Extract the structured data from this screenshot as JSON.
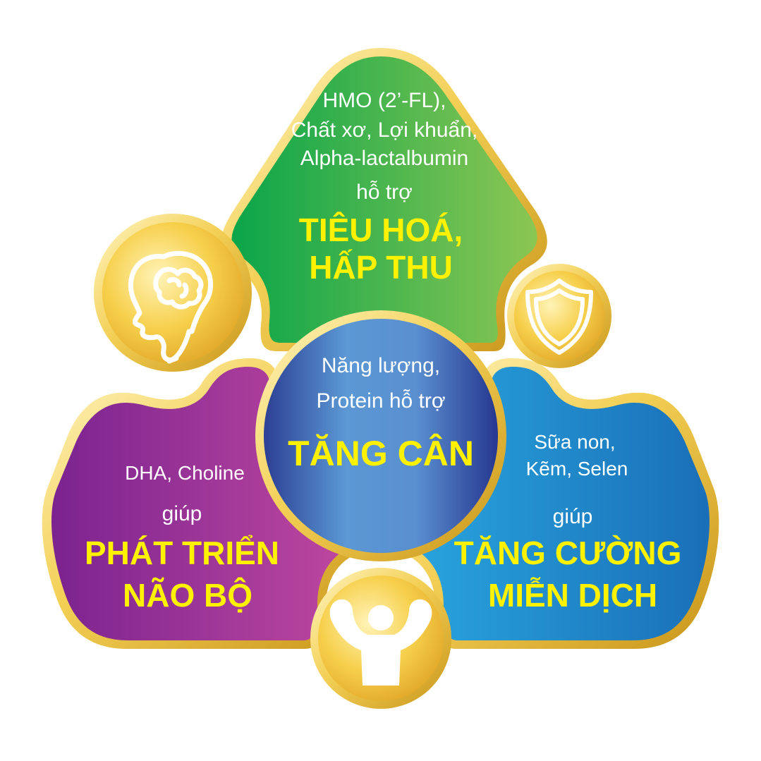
{
  "colors": {
    "gold_light": "#fff3b0",
    "gold": "#f2c534",
    "gold_dark": "#c8951a",
    "green_dark": "#0aa54a",
    "green_light": "#8cc653",
    "purple_dark": "#7b2390",
    "purple_light": "#c24aa0",
    "blue_light": "#29a8e0",
    "blue_dark": "#1a6fb8",
    "center_light": "#5a9ad6",
    "center_dark": "#26378f",
    "heading_yellow": "#fff200"
  },
  "center": {
    "line1": "Năng lượng,",
    "line2": "Protein hỗ trợ",
    "heading": "TĂNG CÂN"
  },
  "top": {
    "line1": "HMO (2’-FL),",
    "line2": "Chất xơ, Lợi khuẩn,",
    "line3": "Alpha-lactalbumin",
    "line4": "hỗ trợ",
    "heading1": "TIÊU HOÁ,",
    "heading2": "HẤP THU"
  },
  "left": {
    "line1": "DHA, Choline",
    "line2": "giúp",
    "heading1": "PHÁT TRIỂN",
    "heading2": "NÃO BỘ"
  },
  "right": {
    "line1": "Sữa non,",
    "line2": "Kẽm, Selen",
    "line3": "giúp",
    "heading1": "TĂNG CƯỜNG",
    "heading2": "MIỄN DỊCH"
  },
  "icons": {
    "brain": "child-brain-icon",
    "shield": "shield-icon",
    "muscle": "strong-man-icon"
  }
}
